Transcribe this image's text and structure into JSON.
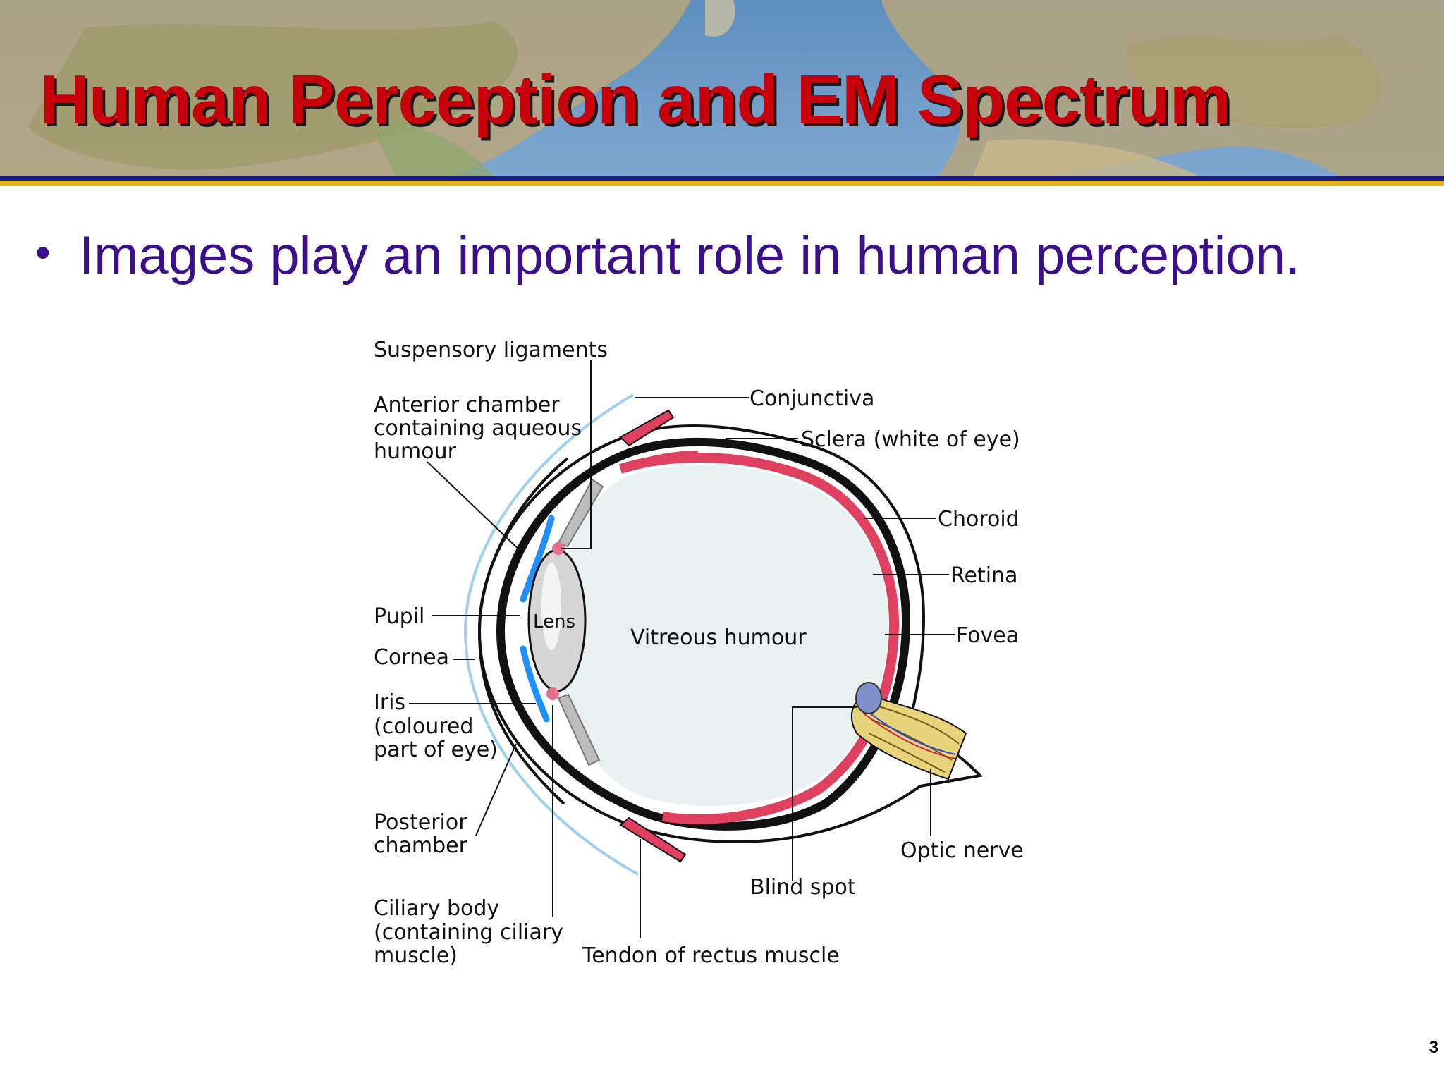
{
  "slide": {
    "title": "Human Perception and EM Spectrum",
    "bullet": "Images play an important role in human perception.",
    "page_number": "3"
  },
  "diagram": {
    "labels": {
      "suspensory": "Suspensory ligaments",
      "anterior_1": "Anterior chamber",
      "anterior_2": "containing aqueous",
      "anterior_3": "humour",
      "conjunctiva": "Conjunctiva",
      "sclera": "Sclera (white of eye)",
      "choroid": "Choroid",
      "retina": "Retina",
      "fovea": "Fovea",
      "pupil": "Pupil",
      "lens": "Lens",
      "vitreous": "Vitreous humour",
      "cornea": "Cornea",
      "iris_1": "Iris",
      "iris_2": "(coloured",
      "iris_3": "part of eye)",
      "posterior_1": "Posterior",
      "posterior_2": "chamber",
      "ciliary_1": "Ciliary body",
      "ciliary_2": "(containing ciliary",
      "ciliary_3": "muscle)",
      "tendon": "Tendon of rectus muscle",
      "blind_spot": "Blind spot",
      "optic_nerve": "Optic nerve"
    },
    "colors": {
      "retina": "#e0405f",
      "iris": "#1e90ff",
      "cornea_edge": "#9fd0ee",
      "vitreous": "#eaf1f1",
      "nerve": "#e7d37a"
    }
  }
}
